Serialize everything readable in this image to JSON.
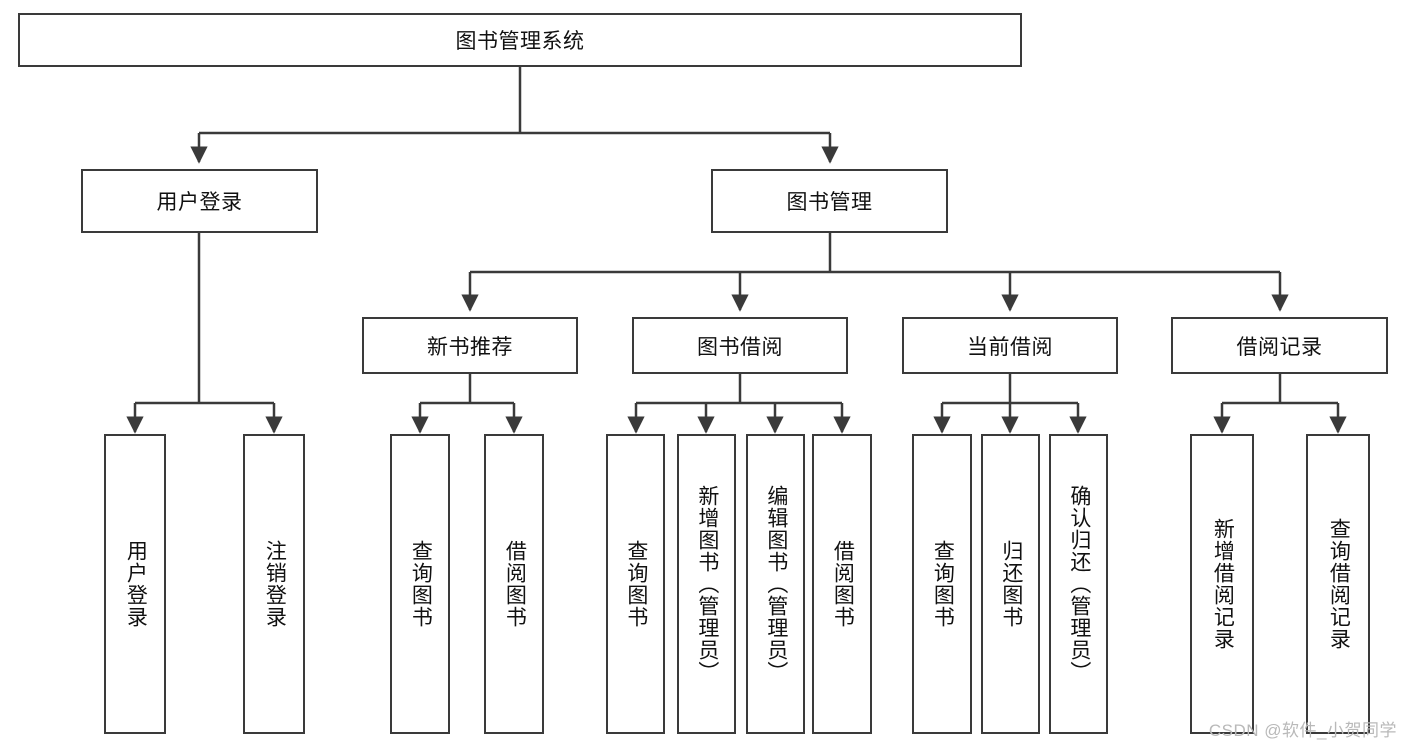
{
  "diagram": {
    "title": "图书管理系统",
    "type": "tree",
    "levels": {
      "root": {
        "label": "图书管理系统"
      },
      "level2": [
        {
          "id": "user-login",
          "label": "用户登录"
        },
        {
          "id": "book-manage",
          "label": "图书管理"
        }
      ],
      "level3": [
        {
          "id": "new-book-recommend",
          "label": "新书推荐",
          "parent": "book-manage"
        },
        {
          "id": "book-borrow",
          "label": "图书借阅",
          "parent": "book-manage"
        },
        {
          "id": "current-borrow",
          "label": "当前借阅",
          "parent": "book-manage"
        },
        {
          "id": "borrow-record",
          "label": "借阅记录",
          "parent": "book-manage"
        }
      ],
      "leaves": [
        {
          "id": "leaf-user-login",
          "label": "用户登录",
          "parent": "user-login"
        },
        {
          "id": "leaf-logout",
          "label": "注销登录",
          "parent": "user-login"
        },
        {
          "id": "leaf-query-book-1",
          "label": "查询图书",
          "parent": "new-book-recommend"
        },
        {
          "id": "leaf-borrow-book-1",
          "label": "借阅图书",
          "parent": "new-book-recommend"
        },
        {
          "id": "leaf-query-book-2",
          "label": "查询图书",
          "parent": "book-borrow"
        },
        {
          "id": "leaf-add-book",
          "label": "新增图书（管理员）",
          "parent": "book-borrow"
        },
        {
          "id": "leaf-edit-book",
          "label": "编辑图书（管理员）",
          "parent": "book-borrow"
        },
        {
          "id": "leaf-borrow-book-2",
          "label": "借阅图书",
          "parent": "book-borrow"
        },
        {
          "id": "leaf-query-book-3",
          "label": "查询图书",
          "parent": "current-borrow"
        },
        {
          "id": "leaf-return-book",
          "label": "归还图书",
          "parent": "current-borrow"
        },
        {
          "id": "leaf-confirm-return",
          "label": "确认归还（管理员）",
          "parent": "current-borrow"
        },
        {
          "id": "leaf-add-record",
          "label": "新增借阅记录",
          "parent": "borrow-record"
        },
        {
          "id": "leaf-query-record",
          "label": "查询借阅记录",
          "parent": "borrow-record"
        }
      ]
    },
    "colors": {
      "stroke": "#3a3a3a",
      "fill": "#ffffff",
      "text": "#111111",
      "watermark": "#b9b9b9"
    }
  },
  "watermark": {
    "text": "CSDN @软件_小贺同学"
  }
}
